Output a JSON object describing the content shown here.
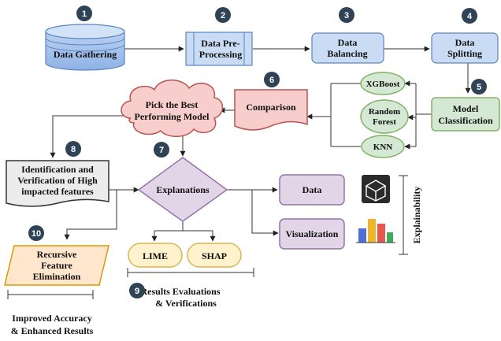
{
  "steps": {
    "gathering": "Data Gathering",
    "preprocessing": [
      "Data Pre-",
      "Processing"
    ],
    "balancing": [
      "Data",
      "Balancing"
    ],
    "splitting": [
      "Data",
      "Splitting"
    ],
    "classification": [
      "Model",
      "Classification"
    ],
    "comparison": "Comparison",
    "best_model": [
      "Pick the Best",
      "Performing Model"
    ],
    "identification": [
      "Identification and",
      "Verification of High",
      "impacted features"
    ],
    "explanations": "Explanations",
    "lime": "LIME",
    "shap": "SHAP",
    "data": "Data",
    "visualization": "Visualization",
    "explainability": "Explainability",
    "rfe": [
      "Recursive",
      "Feature",
      "Elimination"
    ]
  },
  "models": [
    "XGBoost",
    [
      "Random",
      "Forest"
    ],
    "KNN"
  ],
  "badges": [
    "1",
    "2",
    "3",
    "4",
    "5",
    "6",
    "7",
    "8",
    "9",
    "10"
  ],
  "captions": {
    "results": [
      "Results Evaluations",
      "& Verifications"
    ],
    "improved": [
      "Improved Accuracy",
      "& Enhanced Results"
    ]
  },
  "colors": {
    "blue_fill": "#c9dcf3",
    "blue_stroke": "#5b86c0",
    "green_fill": "#d5e8d4",
    "green_stroke": "#82b366",
    "red_fill": "#f8cecc",
    "red_stroke": "#b85450",
    "purple_fill": "#e1d5e7",
    "purple_stroke": "#9673a6",
    "yellow_fill": "#fff2cc",
    "yellow_stroke": "#d6b656",
    "orange_fill": "#ffe6cc",
    "orange_stroke": "#d79b00",
    "gray_fill": "#ececec",
    "badge": "#2f4356"
  },
  "icons": [
    "data-cube-icon",
    "bar-chart-icon"
  ]
}
